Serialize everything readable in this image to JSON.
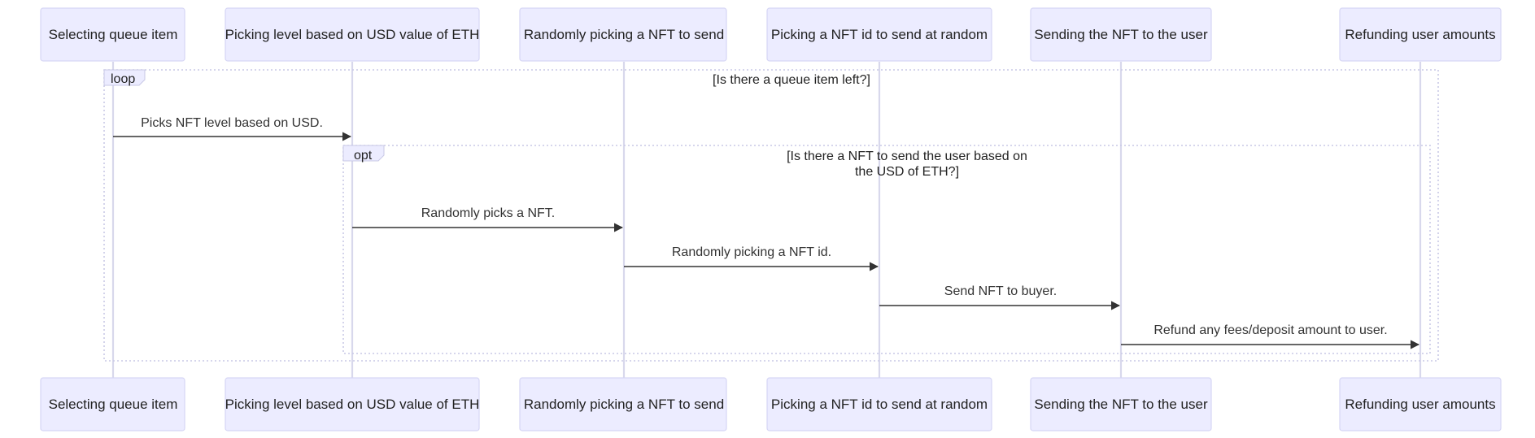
{
  "diagram": {
    "actors": [
      "Selecting queue item",
      "Picking level based on USD value of ETH",
      "Randomly picking a NFT to send",
      "Picking a NFT id to send at random",
      "Sending the NFT to the user",
      "Refunding user amounts"
    ],
    "frames": [
      {
        "keyword": "loop",
        "condition": [
          "[Is there a queue item left?]"
        ]
      },
      {
        "keyword": "opt",
        "condition": [
          "[Is there a NFT to send the user based on",
          "the USD of ETH?]"
        ]
      }
    ],
    "messages": [
      {
        "from": 0,
        "to": 1,
        "text": "Picks NFT level based on USD."
      },
      {
        "from": 1,
        "to": 2,
        "text": "Randomly picks a NFT."
      },
      {
        "from": 2,
        "to": 3,
        "text": "Randomly picking a NFT id."
      },
      {
        "from": 3,
        "to": 4,
        "text": "Send NFT to buyer."
      },
      {
        "from": 4,
        "to": 5,
        "text": "Refund any fees/deposit amount to user."
      }
    ],
    "colors": {
      "actor_fill": "#ececff",
      "actor_border": "#d6d6f5",
      "lifeline": "#d8d8ec",
      "frame_border": "#c9c9e6",
      "arrow": "#333333",
      "text": "#222222"
    }
  }
}
